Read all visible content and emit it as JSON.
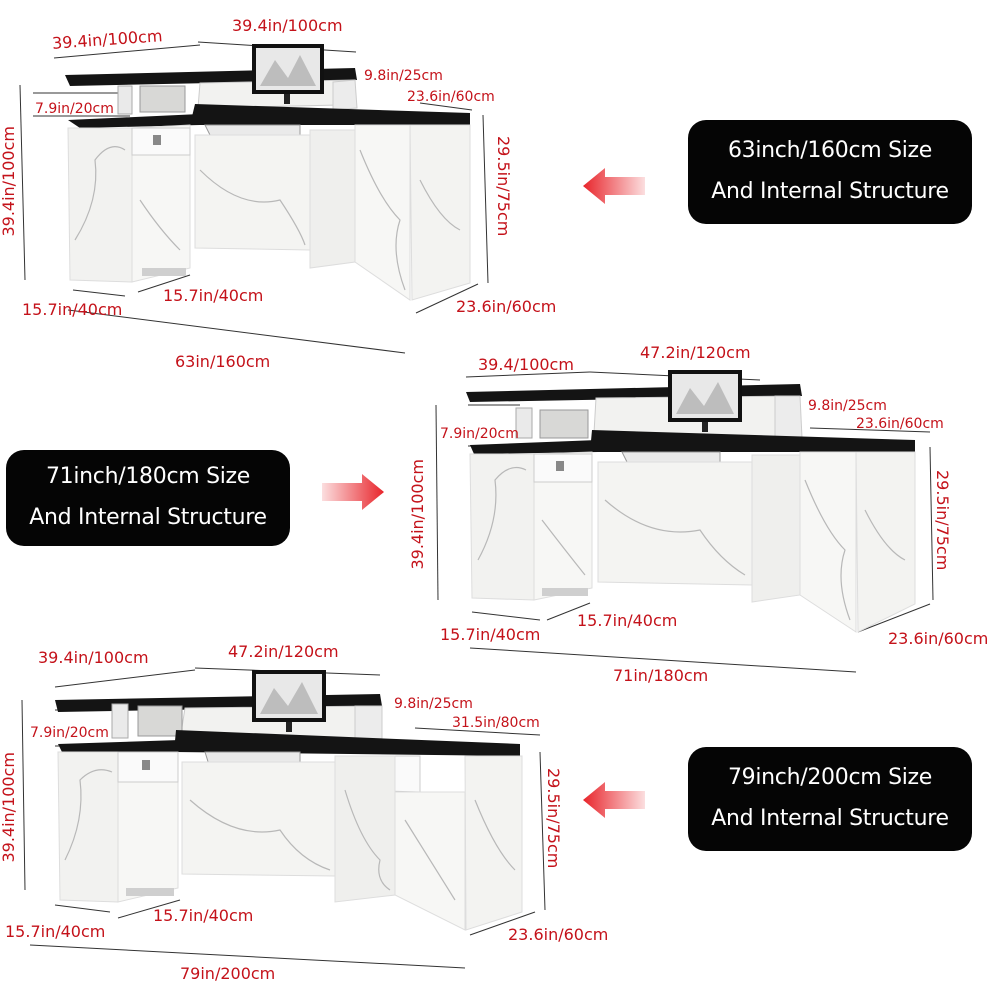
{
  "sections": [
    {
      "badge": {
        "line1": "63inch/160cm Size",
        "line2": "And Internal Structure"
      },
      "dims": {
        "top_left_width": "39.4in/100cm",
        "top_middle_width": "39.4in/100cm",
        "shelf_height": "7.9in/20cm",
        "riser_depth": "9.8in/25cm",
        "side_depth_top": "23.6in/60cm",
        "total_height": "39.4in/100cm",
        "desk_height": "29.5in/75cm",
        "left_depth": "15.7in/40cm",
        "inner_depth": "15.7in/40cm",
        "side_depth_bottom": "23.6in/60cm",
        "total_width": "63in/160cm"
      }
    },
    {
      "badge": {
        "line1": "71inch/180cm Size",
        "line2": "And Internal Structure"
      },
      "dims": {
        "top_left_width": "39.4/100cm",
        "top_middle_width": "47.2in/120cm",
        "shelf_height": "7.9in/20cm",
        "riser_depth": "9.8in/25cm",
        "side_depth_top": "23.6in/60cm",
        "total_height": "39.4in/100cm",
        "desk_height": "29.5in/75cm",
        "left_depth": "15.7in/40cm",
        "inner_depth": "15.7in/40cm",
        "side_depth_bottom": "23.6in/60cm",
        "total_width": "71in/180cm"
      }
    },
    {
      "badge": {
        "line1": "79inch/200cm Size",
        "line2": "And Internal Structure"
      },
      "dims": {
        "top_left_width": "39.4in/100cm",
        "top_middle_width": "47.2in/120cm",
        "shelf_height": "7.9in/20cm",
        "riser_depth": "9.8in/25cm",
        "side_depth_top": "31.5in/80cm",
        "total_height": "39.4in/100cm",
        "desk_height": "29.5in/75cm",
        "left_depth": "15.7in/40cm",
        "inner_depth": "15.7in/40cm",
        "side_depth_bottom": "23.6in/60cm",
        "total_width": "79in/200cm"
      }
    }
  ],
  "colors": {
    "dimension_text": "#c4121a",
    "badge_bg": "#050505",
    "badge_text": "#ffffff",
    "arrow": "#e8252b",
    "desk_top": "#141414",
    "desk_body": "#f2f2f0",
    "marble_vein": "#b8b8b8"
  }
}
